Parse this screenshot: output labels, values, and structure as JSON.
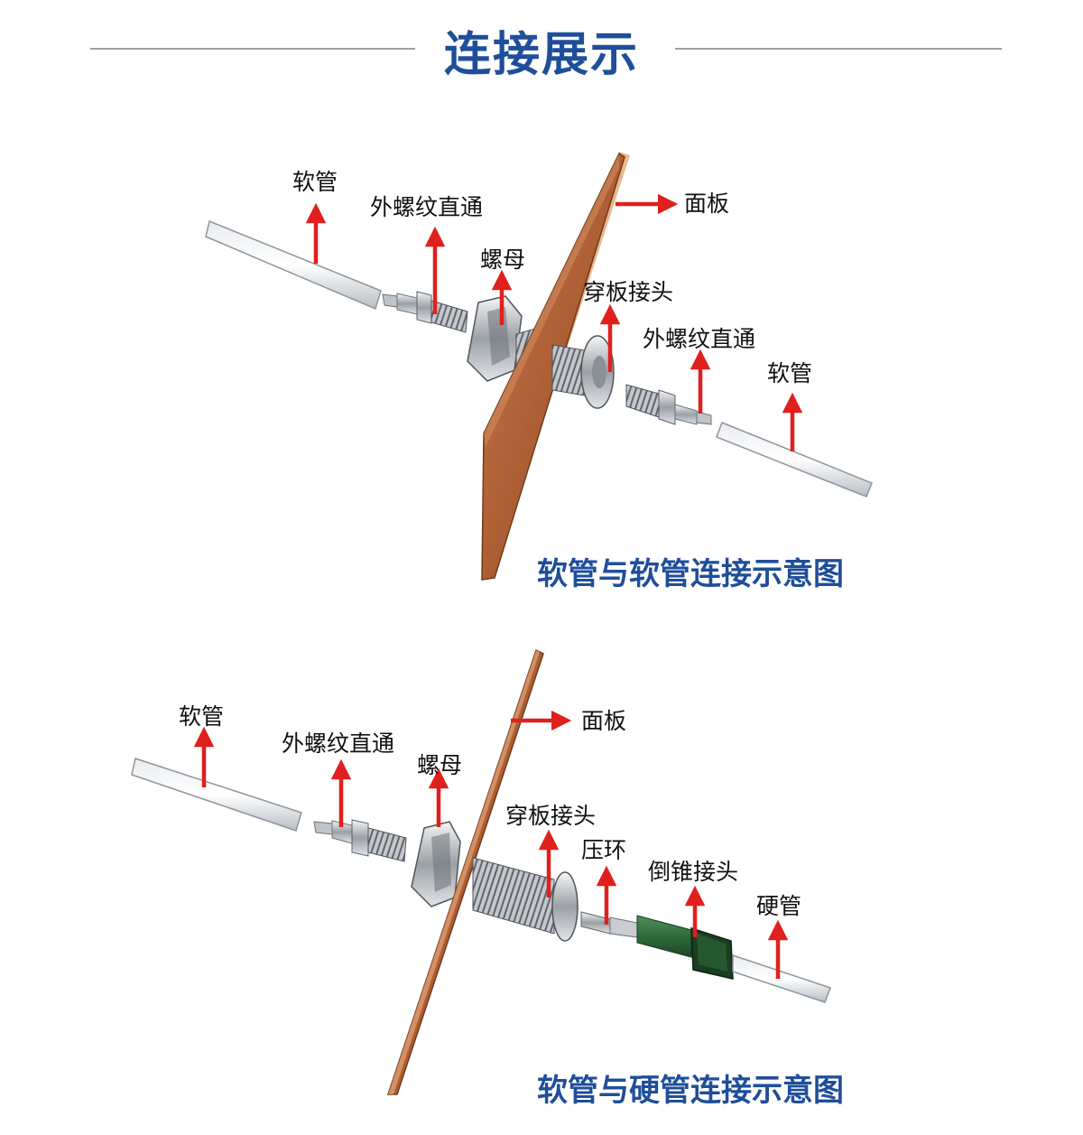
{
  "page": {
    "title": "连接展示"
  },
  "diagram1": {
    "caption": "软管与软管连接示意图",
    "labels": {
      "hose_left": "软管",
      "male_union_left": "外螺纹直通",
      "nut": "螺母",
      "panel": "面板",
      "bulkhead": "穿板接头",
      "male_union_right": "外螺纹直通",
      "hose_right": "软管"
    }
  },
  "diagram2": {
    "caption": "软管与硬管连接示意图",
    "labels": {
      "hose_left": "软管",
      "male_union": "外螺纹直通",
      "nut": "螺母",
      "panel": "面板",
      "bulkhead": "穿板接头",
      "ferrule": "压环",
      "cone_fitting": "倒锥接头",
      "rigid_pipe": "硬管"
    }
  },
  "colors": {
    "accent_blue": "#1f4e9a",
    "arrow_red": "#e0201d",
    "panel_copper": "#b5653a",
    "divider_gray": "#9aa0a6",
    "fitting_green": "#2f6b3a"
  }
}
